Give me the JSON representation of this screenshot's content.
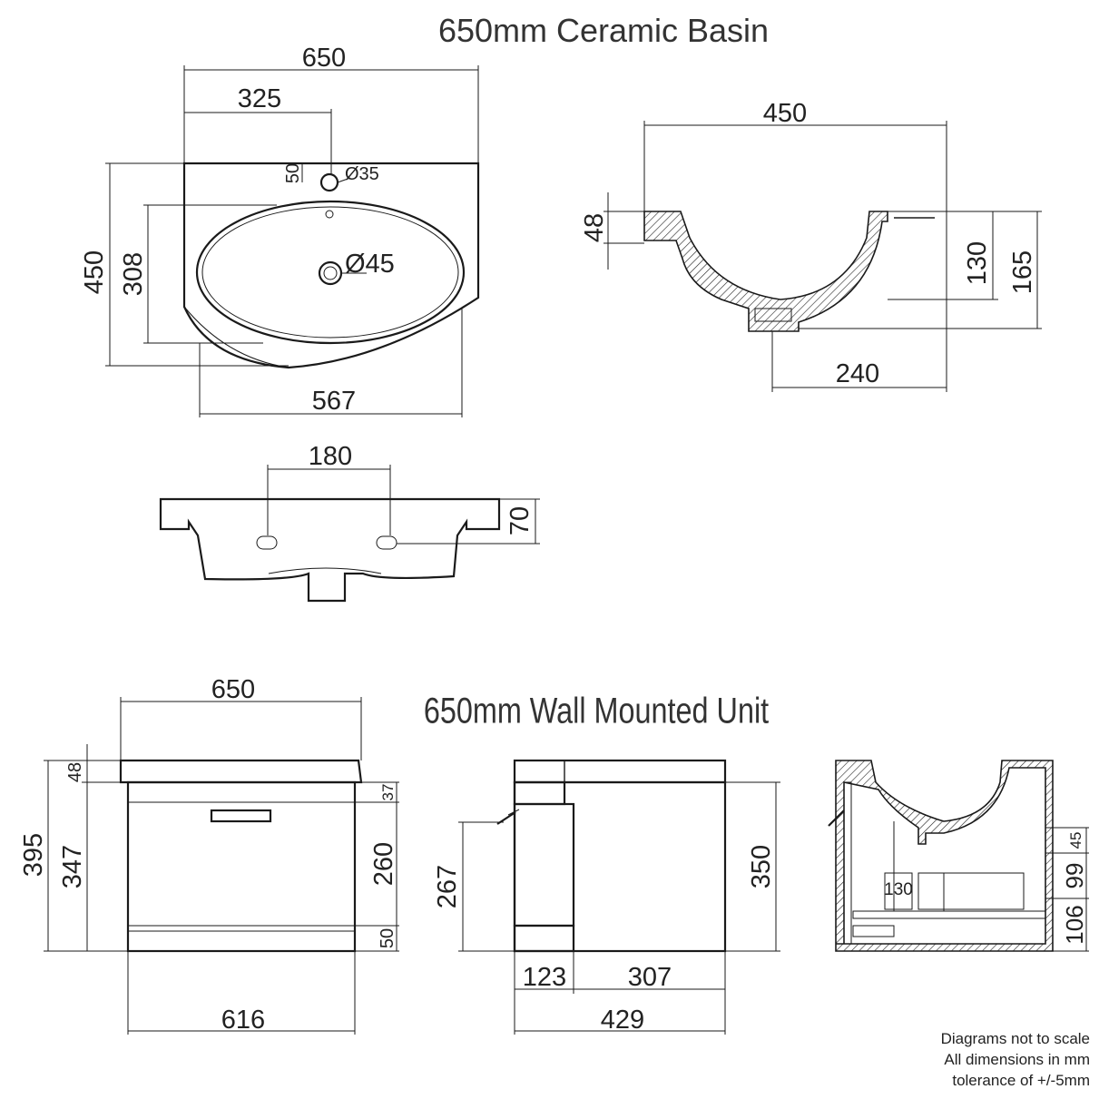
{
  "titles": {
    "basin": "650mm Ceramic Basin",
    "unit": "650mm Wall Mounted Unit"
  },
  "basin_top": {
    "width": "650",
    "tap_offset": "325",
    "tap_hole_offset": "50",
    "tap_hole_dia": "Ø35",
    "depth": "450",
    "bowl_depth": "308",
    "waste_dia": "Ø45",
    "bowl_width": "567"
  },
  "basin_side": {
    "depth": "450",
    "rim": "48",
    "bowl_height": "130",
    "overall_height": "165",
    "waste_offset": "240"
  },
  "basin_front": {
    "fixing_centres": "180",
    "fixing_height": "70"
  },
  "unit_front": {
    "top_width": "650",
    "basin_rim": "48",
    "total_height": "395",
    "unit_height": "347",
    "top_gap": "37",
    "drawer_height": "260",
    "plinth": "50",
    "unit_width": "616"
  },
  "unit_side": {
    "height_267": "267",
    "height_350": "350",
    "front_depth": "123",
    "rear_depth": "307",
    "total_depth": "429"
  },
  "unit_section": {
    "d45": "45",
    "d99": "99",
    "d106": "106",
    "d130": "130"
  },
  "notes": {
    "line1": "Diagrams not to scale",
    "line2": "All dimensions in mm",
    "line3": "tolerance of +/-5mm"
  }
}
